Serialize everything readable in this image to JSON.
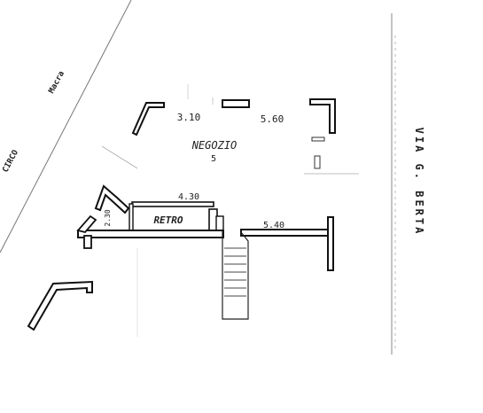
{
  "plan": {
    "room_main": "NEGOZIO",
    "room_main_height": "5",
    "room_back": "RETRO",
    "dimensions": {
      "top_left": "3.10",
      "top_right": "5.60",
      "middle": "4.30",
      "bottom_right": "5.40",
      "retro_side": "2.30"
    },
    "street_right": "VIA G. BERTA",
    "street_left_top": "Macra",
    "street_left_bottom": "CIRCO"
  }
}
